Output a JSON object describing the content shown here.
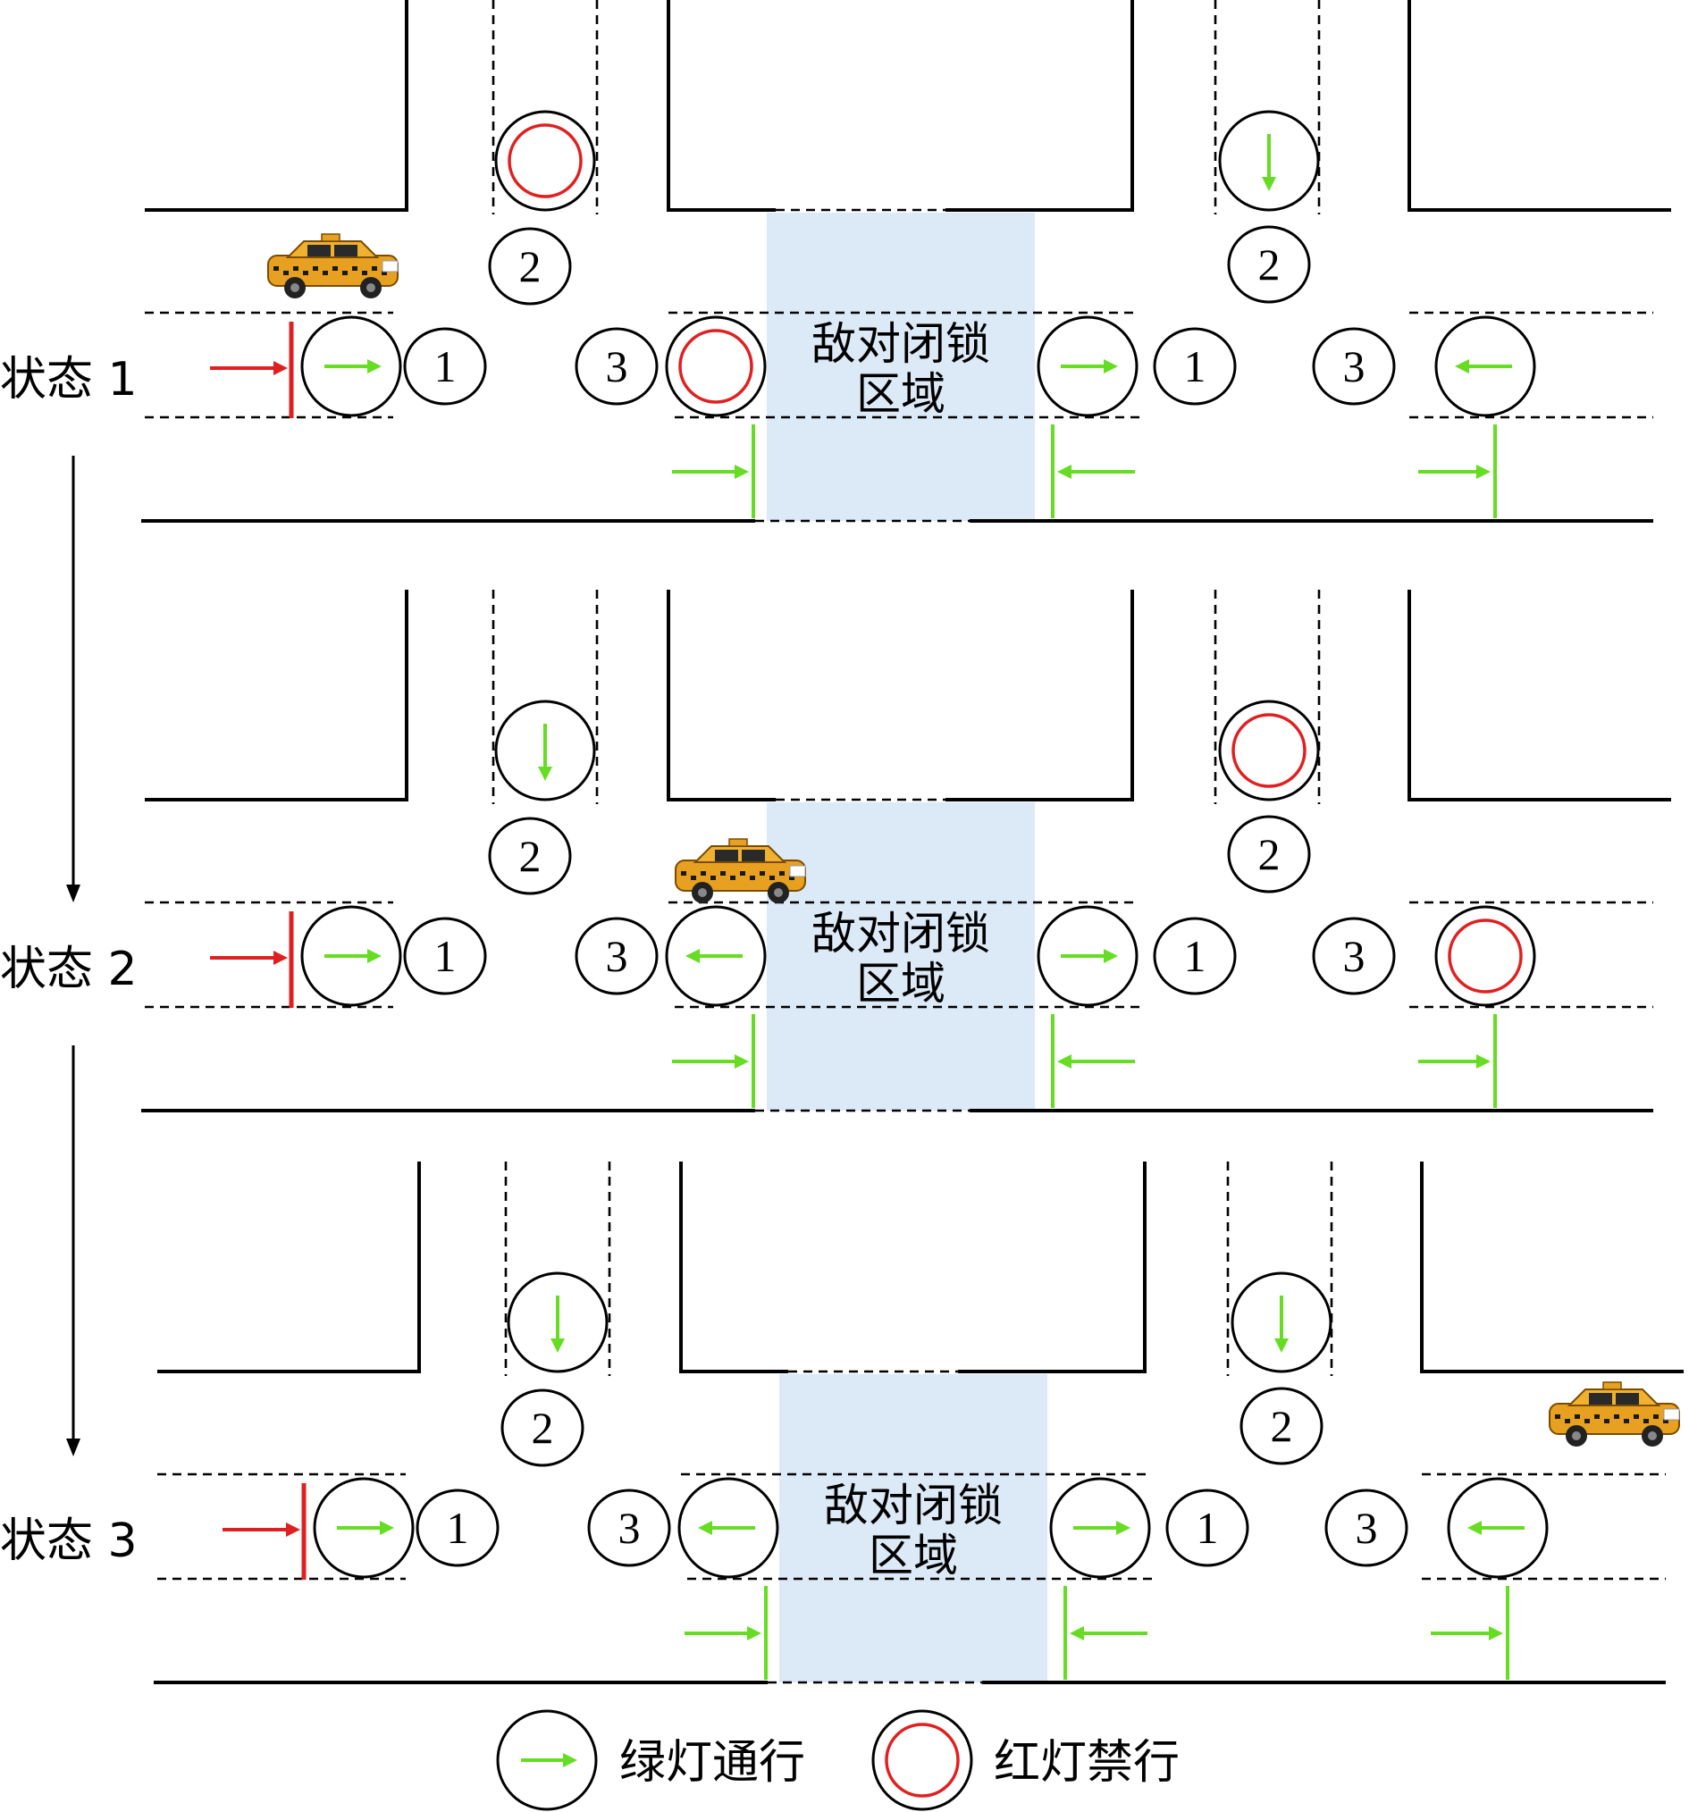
{
  "colors": {
    "green": "#66dd22",
    "red": "#e02020",
    "zone": "#dce9f6",
    "road": "#000000"
  },
  "zone_label": {
    "line1": "敌对闭锁",
    "line2": "区域"
  },
  "states": [
    {
      "label": "状态 1",
      "signals": {
        "w1": "green-right",
        "w3": "red",
        "wv": "red",
        "e1": "green-right",
        "e3": "green-left",
        "ev": "green-down"
      },
      "car": "west-top"
    },
    {
      "label": "状态 2",
      "signals": {
        "w1": "green-right",
        "w3": "green-left",
        "wv": "green-down",
        "e1": "green-right",
        "e3": "red",
        "ev": "red"
      },
      "car": "center"
    },
    {
      "label": "状态 3",
      "signals": {
        "w1": "green-right",
        "w3": "green-left",
        "wv": "green-down",
        "e1": "green-right",
        "e3": "green-left",
        "ev": "green-down"
      },
      "car": "east"
    }
  ],
  "numbers": {
    "one": "1",
    "two": "2",
    "three": "3"
  },
  "legend": {
    "green_label": "绿灯通行",
    "red_label": "红灯禁行"
  },
  "icons": {
    "car": "taxi-car-icon",
    "arrow": "arrow-icon",
    "stop_line": "stop-line-icon"
  }
}
